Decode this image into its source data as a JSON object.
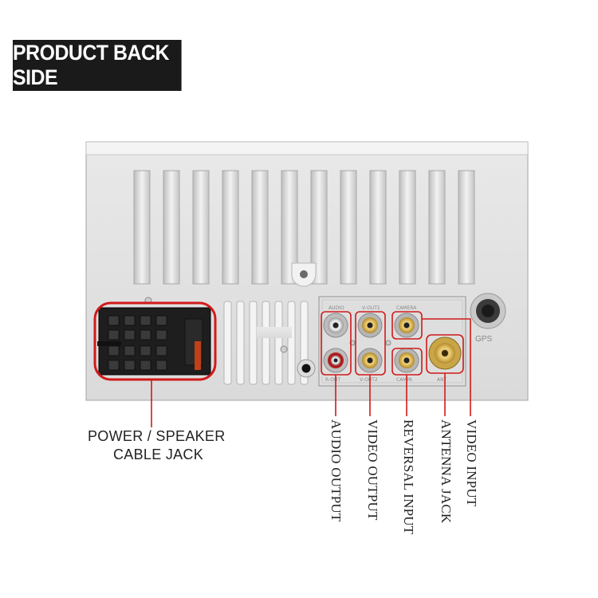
{
  "title": "PRODUCT BACK SIDE",
  "labels": {
    "power_line1": "POWER / SPEAKER",
    "power_line2": "CABLE JACK",
    "audio_output": "AUDIO OUTPUT",
    "video_output": "VIDEO OUTPUT",
    "reversal_input": "REVERSAL INPUT",
    "antenna_jack": "ANTENNA JACK",
    "video_input": "VIDEO INPUT"
  },
  "port_labels": {
    "gps": "GPS",
    "ant": "ANT"
  },
  "colors": {
    "highlight": "#d11a1a",
    "title_bg": "#1a1a1a",
    "panel": "#e4e4e4",
    "rca_gold": "#d8b24a"
  }
}
